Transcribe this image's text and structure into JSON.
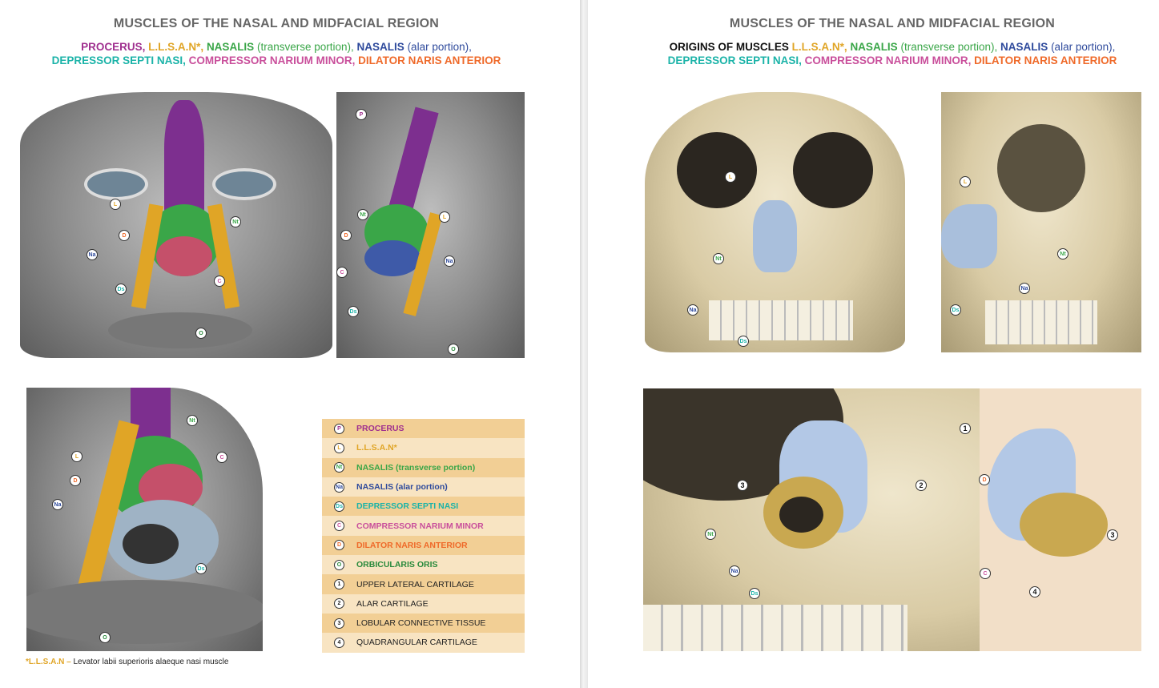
{
  "left_page": {
    "title": "MUSCLES OF THE NASAL AND MIDFACIAL REGION",
    "subtitle": {
      "procerus": "PROCERUS,",
      "llsan": "L.L.S.A.N*,",
      "nasalis_t": "NASALIS",
      "nasalis_t_note": "(transverse portion),",
      "nasalis_a": "NASALIS",
      "nasalis_a_note": "(alar portion),",
      "depressor": "DEPRESSOR SEPTI NASI,",
      "compressor": "COMPRESSOR NARIUM MINOR,",
      "dilator": "DILATOR NARIS ANTERIOR"
    },
    "legend": [
      {
        "code": "P",
        "label": "PROCERUS",
        "color": "#a0308f"
      },
      {
        "code": "L",
        "label": "L.L.S.A.N*",
        "color": "#e0a526"
      },
      {
        "code": "Nt",
        "label": "NASALIS (transverse portion)",
        "color": "#3aa648"
      },
      {
        "code": "Na",
        "label": "NASALIS (alar portion)",
        "color": "#2e4a9c"
      },
      {
        "code": "Ds",
        "label": "DEPRESSOR SEPTI NASI",
        "color": "#1bb3a8"
      },
      {
        "code": "C",
        "label": "COMPRESSOR NARIUM MINOR",
        "color": "#c94f9b"
      },
      {
        "code": "D",
        "label": "DILATOR NARIS ANTERIOR",
        "color": "#ef6a2a"
      },
      {
        "code": "O",
        "label": "ORBICULARIS ORIS",
        "color": "#2a8a3c"
      },
      {
        "code": "1",
        "label": "UPPER LATERAL CARTILAGE",
        "color": "#222222"
      },
      {
        "code": "2",
        "label": "ALAR CARTILAGE",
        "color": "#222222"
      },
      {
        "code": "3",
        "label": "LOBULAR CONNECTIVE TISSUE",
        "color": "#222222"
      },
      {
        "code": "4",
        "label": "QUADRANGULAR CARTILAGE",
        "color": "#222222"
      }
    ],
    "footnote": {
      "abbr": "*L.L.S.A.N –",
      "text": "Levator labii superioris alaeque nasi muscle"
    }
  },
  "right_page": {
    "title": "MUSCLES OF THE NASAL AND MIDFACIAL REGION",
    "subtitle": {
      "origins": "ORIGINS OF MUSCLES",
      "llsan": "L.L.S.A.N*,",
      "nasalis_t": "NASALIS",
      "nasalis_t_note": "(transverse portion),",
      "nasalis_a": "NASALIS",
      "nasalis_a_note": "(alar portion),",
      "depressor": "DEPRESSOR SEPTI NASI,",
      "compressor": "COMPRESSOR NARIUM MINOR,",
      "dilator": "DILATOR NARIS ANTERIOR"
    }
  },
  "markers": {
    "P": "P",
    "L": "L",
    "Nt": "Nt",
    "Na": "Na",
    "Ds": "Ds",
    "C": "C",
    "D": "D",
    "O": "O",
    "n1": "1",
    "n2": "2",
    "n3": "3",
    "n4": "4"
  }
}
